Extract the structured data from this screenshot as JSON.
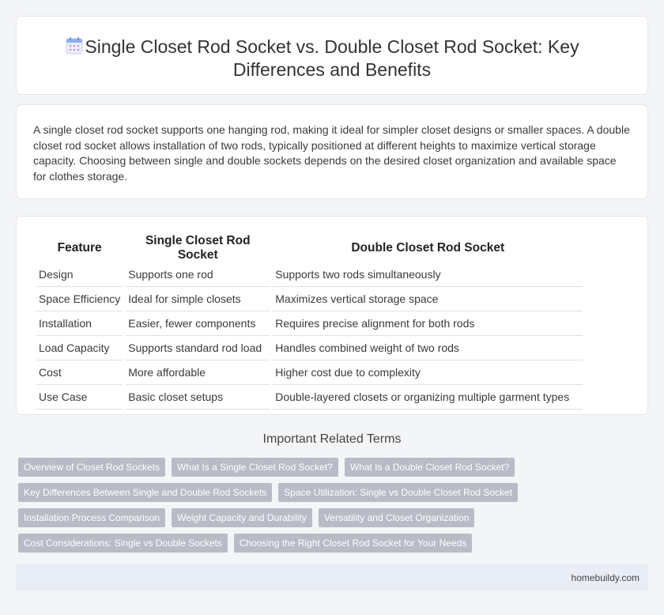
{
  "header": {
    "icon": "calendar-icon",
    "title": "Single Closet Rod Socket vs. Double Closet Rod Socket: Key Differences and Benefits"
  },
  "intro": {
    "text": "A single closet rod socket supports one hanging rod, making it ideal for simpler closet designs or smaller spaces. A double closet rod socket allows installation of two rods, typically positioned at different heights to maximize vertical storage capacity. Choosing between single and double sockets depends on the desired closet organization and available space for clothes storage."
  },
  "comparison": {
    "headers": [
      "Feature",
      "Single Closet Rod Socket",
      "Double Closet Rod Socket"
    ],
    "rows": [
      [
        "Design",
        "Supports one rod",
        "Supports two rods simultaneously"
      ],
      [
        "Space Efficiency",
        "Ideal for simple closets",
        "Maximizes vertical storage space"
      ],
      [
        "Installation",
        "Easier, fewer components",
        "Requires precise alignment for both rods"
      ],
      [
        "Load Capacity",
        "Supports standard rod load",
        "Handles combined weight of two rods"
      ],
      [
        "Cost",
        "More affordable",
        "Higher cost due to complexity"
      ],
      [
        "Use Case",
        "Basic closet setups",
        "Double-layered closets or organizing multiple garment types"
      ]
    ]
  },
  "related": {
    "title": "Important Related Terms",
    "rows": [
      [
        "Overview of Closet Rod Sockets",
        "What Is a Single Closet Rod Socket?",
        "What Is a Double Closet Rod Socket?"
      ],
      [
        "Key Differences Between Single and Double Rod Sockets",
        "Space Utilization: Single vs Double Closet Rod Socket"
      ],
      [
        "Installation Process Comparison",
        "Weight Capacity and Durability",
        "Versatility and Closet Organization"
      ],
      [
        "Cost Considerations: Single vs Double Sockets",
        "Choosing the Right Closet Rod Socket for Your Needs"
      ]
    ]
  },
  "footer": {
    "site": "homebuildy.com"
  },
  "colors": {
    "tag_bg": "#b7bcc6",
    "footer_bg": "#e8edf6",
    "icon_accent": "#8f7fe0"
  }
}
